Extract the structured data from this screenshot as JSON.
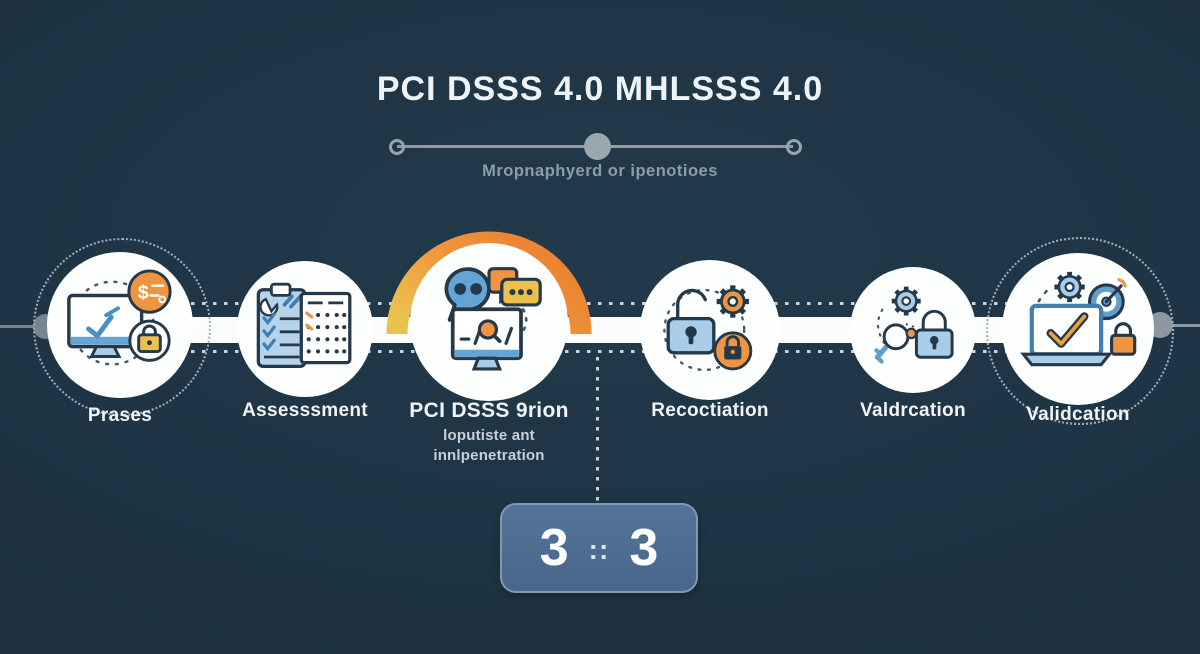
{
  "header": {
    "title": "PCI DSSS 4.0 MHLSSS 4.0",
    "subtitle": "Mropnaphyerd or ipenotioes"
  },
  "stages": [
    {
      "label": "Prases",
      "icon": "monitor-payment-lock-icon",
      "highlighted": false
    },
    {
      "label": "Assesssment",
      "icon": "checklist-report-icon",
      "highlighted": false
    },
    {
      "label": "PCI DSSS 9rion",
      "sublabel_line1": "loputiste ant",
      "sublabel_line2": "innlpenetration",
      "icon": "chat-monitor-search-icon",
      "highlighted": true
    },
    {
      "label": "Recoctiation",
      "icon": "padlock-gear-icon",
      "highlighted": false
    },
    {
      "label": "Valdrcation",
      "icon": "gear-key-padlock-icon",
      "highlighted": false
    },
    {
      "label": "Validcation",
      "icon": "laptop-check-target-icon",
      "highlighted": false
    }
  ],
  "badge": {
    "left_value": "3",
    "separator": "::",
    "right_value": "3"
  },
  "colors": {
    "background": "#1d3140",
    "accent_orange": "#ef9440",
    "accent_yellow": "#ecc04c",
    "accent_blue": "#64a5d6",
    "highlight_ring_start": "#eac24f",
    "highlight_ring_end": "#ea7f2f",
    "badge_fill": "#4e6d90",
    "badge_border": "#8098b1",
    "line_gray": "#8f9ca6"
  }
}
